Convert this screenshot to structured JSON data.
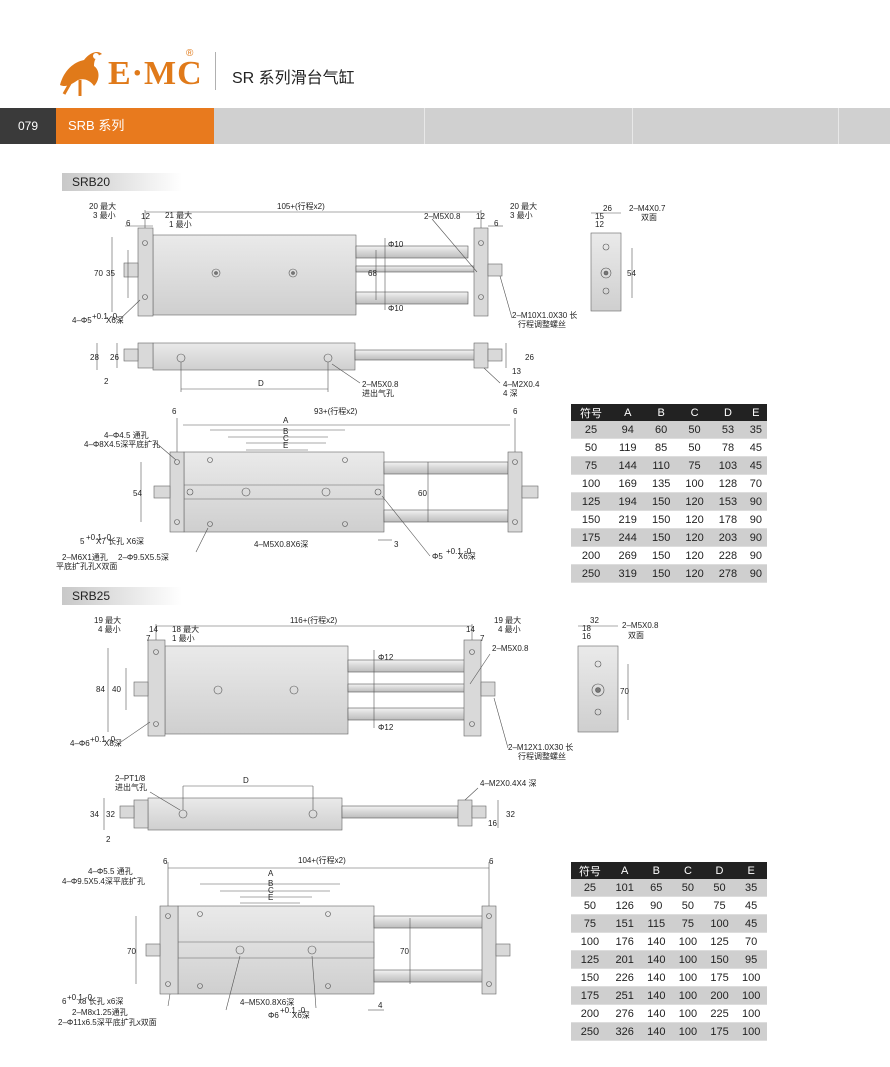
{
  "header": {
    "brand": "E·MC",
    "reg": "®",
    "title": "SR 系列滑台气缸",
    "page_number": "079",
    "series": "SRB 系列"
  },
  "srb20": {
    "label": "SRB20",
    "top_view": {
      "l1": "20 最大",
      "l2": "3 最小",
      "d12a": "12",
      "d6a": "6",
      "l3": "21 最大",
      "l4": "1 最小",
      "stroke": "105+(行程x2)",
      "m5": "2–M5X0.8",
      "d12b": "12",
      "d6b": "6",
      "r1": "20 最大",
      "r2": "3 最小",
      "h70": "70",
      "h35": "35",
      "phi10a": "Φ10",
      "phi10b": "Φ10",
      "h68": "68",
      "bolt": "2–M10X1.0X30 长",
      "adj": "行程调整螺丝",
      "holes": "4–Φ5",
      "holes_tol": "+0.1 -0",
      "holes_depth": "X6深"
    },
    "side_view": {
      "h28": "28",
      "h26a": "26",
      "h2": "2",
      "d": "D",
      "m5": "2–M5X0.8",
      "port": "进出气孔",
      "h13": "13",
      "h26b": "26",
      "m2": "4–M2X0.4",
      "deep": "4 深"
    },
    "end_view": {
      "w26": "26",
      "w15": "15",
      "w12": "12",
      "m4": "2–M4X0.7",
      "both": "双面",
      "h54": "54"
    },
    "bottom_view": {
      "d6a": "6",
      "stroke": "93+(行程x2)",
      "d6b": "6",
      "hole1": "4–Φ4.5 通孔",
      "hole2": "4–Φ8X4.5深平底扩孔",
      "a": "A",
      "b": "B",
      "c": "C",
      "e": "E",
      "h54": "54",
      "h60": "60",
      "slot": "5",
      "slot_tol": "+0.1 -0",
      "slot_desc": "X7 长孔 X6深",
      "m6": "2–M6X1通孔",
      "phi95": "2–Φ9.5X5.5深",
      "cb": "平底扩孔孔X双面",
      "m4": "4–M5X0.8X6深",
      "d3": "3",
      "pin": "Φ5",
      "pin_tol": "+0.1 -0",
      "pin_depth": "X6深"
    },
    "table": {
      "headers": [
        "符号",
        "A",
        "B",
        "C",
        "D",
        "E"
      ],
      "rows": [
        [
          "25",
          "94",
          "60",
          "50",
          "53",
          "35"
        ],
        [
          "50",
          "119",
          "85",
          "50",
          "78",
          "45"
        ],
        [
          "75",
          "144",
          "110",
          "75",
          "103",
          "45"
        ],
        [
          "100",
          "169",
          "135",
          "100",
          "128",
          "70"
        ],
        [
          "125",
          "194",
          "150",
          "120",
          "153",
          "90"
        ],
        [
          "150",
          "219",
          "150",
          "120",
          "178",
          "90"
        ],
        [
          "175",
          "244",
          "150",
          "120",
          "203",
          "90"
        ],
        [
          "200",
          "269",
          "150",
          "120",
          "228",
          "90"
        ],
        [
          "250",
          "319",
          "150",
          "120",
          "278",
          "90"
        ]
      ]
    }
  },
  "srb25": {
    "label": "SRB25",
    "top_view": {
      "l1": "19 最大",
      "l2": "4 最小",
      "d14a": "14",
      "d7a": "7",
      "l3": "18 最大",
      "l4": "1 最小",
      "stroke": "116+(行程x2)",
      "d14b": "14",
      "d7b": "7",
      "r1": "19 最大",
      "r2": "4 最小",
      "m5": "2–M5X0.8",
      "h84": "84",
      "h40": "40",
      "phi12a": "Φ12",
      "phi12b": "Φ12",
      "holes": "4–Φ6",
      "holes_tol": "+0.1 -0",
      "holes_depth": "X8深",
      "bolt": "2–M12X1.0X30 长",
      "adj": "行程调整螺丝"
    },
    "side_view": {
      "pt": "2–PT1/8",
      "port": "进出气孔",
      "d": "D",
      "m2": "4–M2X0.4X4 深",
      "h34": "34",
      "h32a": "32",
      "h2": "2",
      "h16": "16",
      "h32b": "32"
    },
    "end_view": {
      "w32": "32",
      "w18": "18",
      "w16": "16",
      "m5": "2–M5X0.8",
      "both": "双面",
      "h70": "70"
    },
    "bottom_view": {
      "d6a": "6",
      "stroke": "104+(行程x2)",
      "d6b": "6",
      "hole1": "4–Φ5.5 通孔",
      "hole2": "4–Φ9.5X5.4深平底扩孔",
      "a": "A",
      "b": "B",
      "c": "C",
      "e": "E",
      "h70a": "70",
      "h70b": "70",
      "slot": "6",
      "slot_tol": "+0.1 -0",
      "slot_desc": "x8 长孔 x6深",
      "m8": "2–M8x1.25通孔",
      "phi11": "2–Φ11x6.5深平底扩孔x双面",
      "m4": "4–M5X0.8X6深",
      "pin": "Φ6",
      "pin_tol": "+0.1 -0",
      "pin_depth": "X6深",
      "d4": "4"
    },
    "table": {
      "headers": [
        "符号",
        "A",
        "B",
        "C",
        "D",
        "E"
      ],
      "rows": [
        [
          "25",
          "101",
          "65",
          "50",
          "50",
          "35"
        ],
        [
          "50",
          "126",
          "90",
          "50",
          "75",
          "45"
        ],
        [
          "75",
          "151",
          "115",
          "75",
          "100",
          "45"
        ],
        [
          "100",
          "176",
          "140",
          "100",
          "125",
          "70"
        ],
        [
          "125",
          "201",
          "140",
          "100",
          "150",
          "95"
        ],
        [
          "150",
          "226",
          "140",
          "100",
          "175",
          "100"
        ],
        [
          "175",
          "251",
          "140",
          "100",
          "200",
          "100"
        ],
        [
          "200",
          "276",
          "140",
          "100",
          "225",
          "100"
        ],
        [
          "250",
          "326",
          "140",
          "100",
          "175",
          "100"
        ]
      ]
    }
  }
}
